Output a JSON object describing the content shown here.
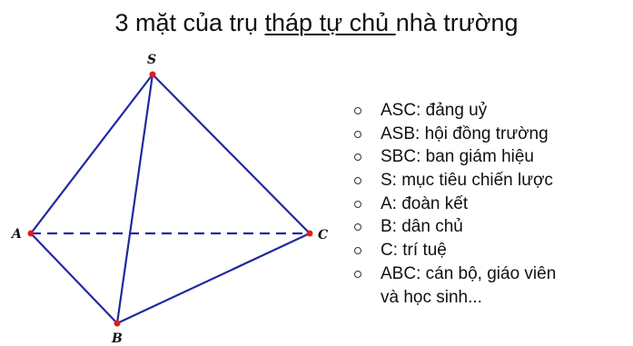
{
  "title": {
    "prefix": "3 mặt của trụ ",
    "underlined": "tháp tự chủ ",
    "suffix": "nhà trường"
  },
  "diagram": {
    "vertex_labels": {
      "S": "S",
      "A": "A",
      "B": "B",
      "C": "C"
    },
    "colors": {
      "edge": "#1f2a9e",
      "vertex": "#e21b1b"
    }
  },
  "legend": {
    "items": [
      {
        "text": "ASC: đảng uỷ"
      },
      {
        "text": "ASB: hội đồng trường"
      },
      {
        "text": "SBC: ban giám hiệu"
      },
      {
        "text": "S: mục tiêu chiến lược"
      },
      {
        "text": "A: đoàn kết"
      },
      {
        "text": "B: dân chủ"
      },
      {
        "text": "C: trí tuệ"
      },
      {
        "text": "ABC: cán bộ, giáo viên",
        "continuation": "và học sinh..."
      }
    ]
  }
}
